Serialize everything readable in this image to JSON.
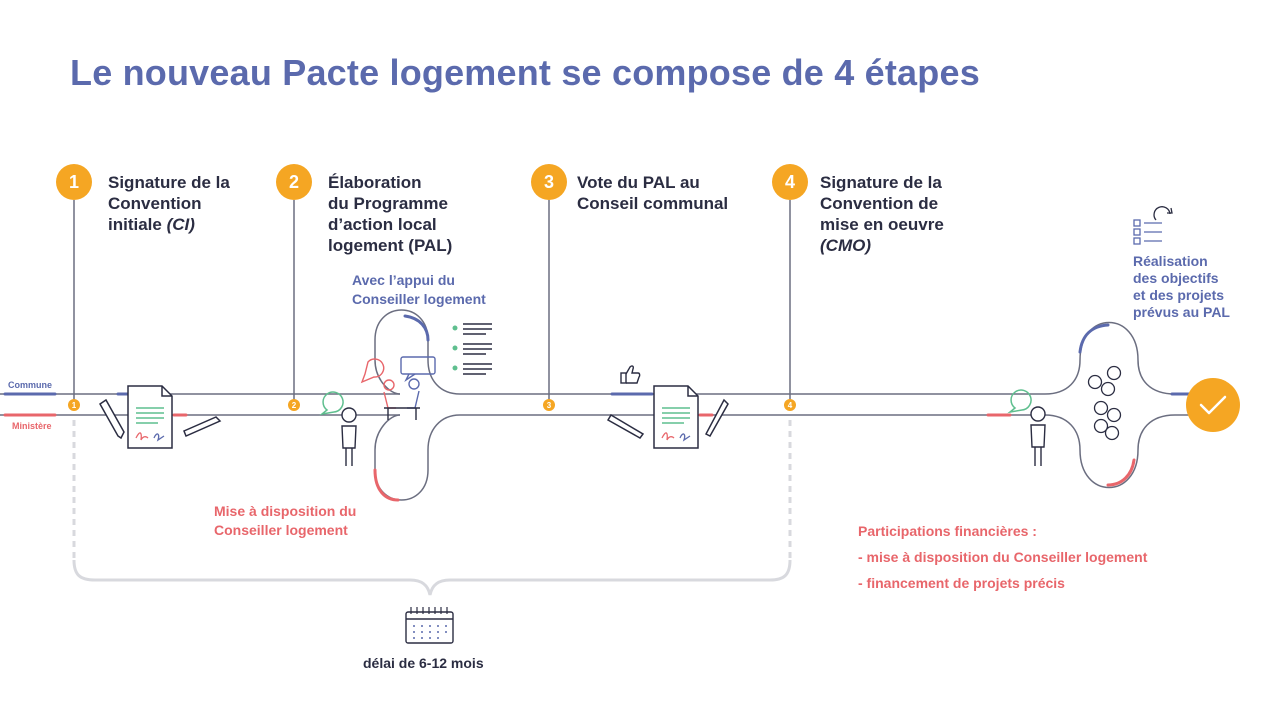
{
  "header": {
    "title": "Le nouveau Pacte logement se compose de 4 étapes"
  },
  "lanes": {
    "commune": "Commune",
    "ministere": "Ministère"
  },
  "steps": [
    {
      "number": "1",
      "lines": [
        "Signature de la",
        "Convention",
        "initiale "
      ],
      "italic": "(CI)"
    },
    {
      "number": "2",
      "lines": [
        "Élaboration",
        "du Programme",
        "d’action local",
        "logement (PAL)"
      ]
    },
    {
      "number": "3",
      "lines": [
        "Vote du PAL au",
        "Conseil communal"
      ]
    },
    {
      "number": "4",
      "lines": [
        "Signature de la",
        "Convention de",
        "mise en oeuvre"
      ],
      "italic": "(CMO)"
    }
  ],
  "notes": {
    "support": [
      "Avec l’appui du",
      "Conseiller logement"
    ],
    "provision": [
      "Mise à disposition du",
      "Conseiller logement"
    ],
    "result": [
      "Réalisation",
      "des objectifs",
      "et des projets",
      "prévus au PAL"
    ]
  },
  "timeline": {
    "delay": "délai de 6-12 mois"
  },
  "financial": {
    "title": "Participations financières :",
    "items": [
      "- mise à disposition du Conseiller logement",
      "- financement de projets précis"
    ]
  },
  "colors": {
    "accent_blue": "#5b6aad",
    "accent_red": "#e8666b",
    "badge_orange": "#f5a623",
    "line_grey": "#6b6e80"
  }
}
